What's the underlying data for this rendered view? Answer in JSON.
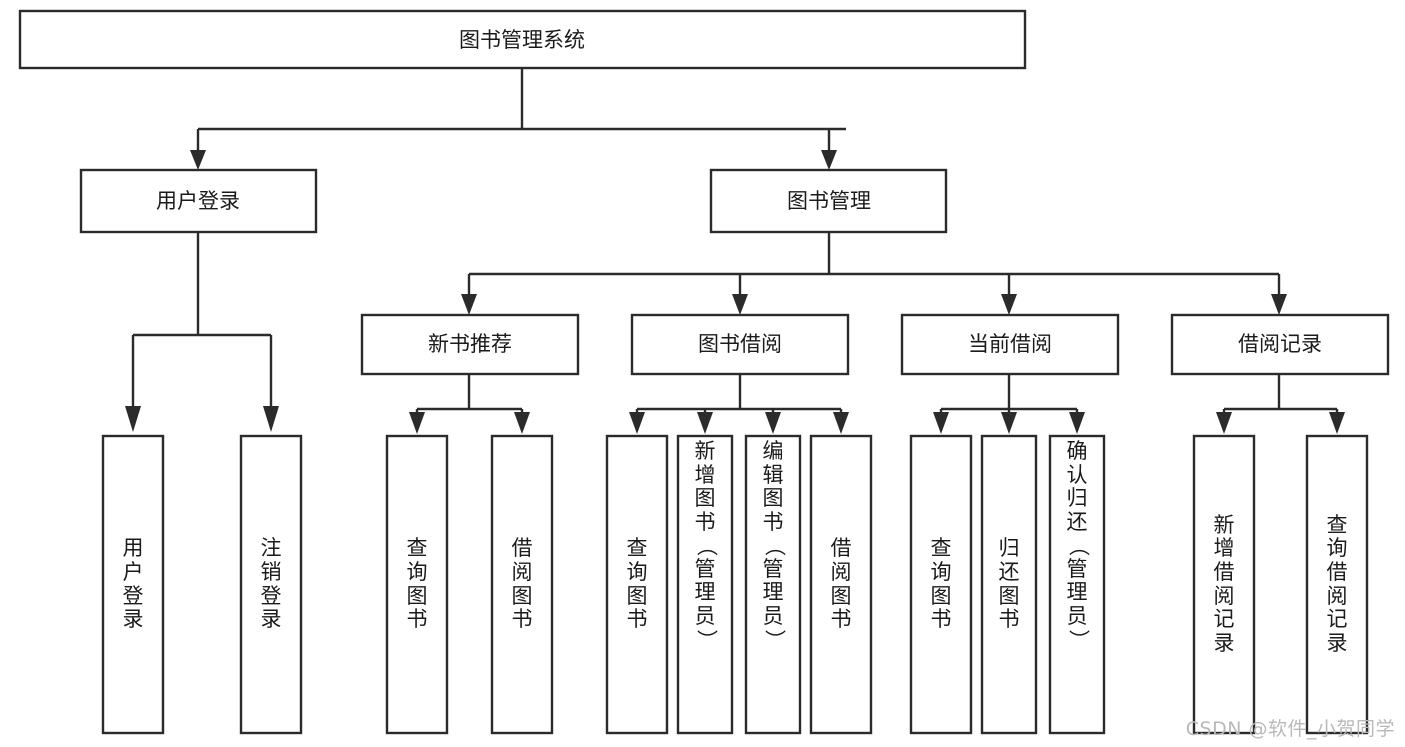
{
  "diagram": {
    "type": "tree",
    "title": "图书管理系统",
    "watermark": "CSDN @软件_小贺同学",
    "colors": {
      "box_stroke": "#2b2b2b",
      "box_fill": "#ffffff",
      "text": "#1b1b1b",
      "connector": "#2b2b2b",
      "watermark": "#b9b9b9",
      "background": "#ffffff"
    },
    "root": {
      "label": "图书管理系统"
    },
    "level2": [
      {
        "label": "用户登录"
      },
      {
        "label": "图书管理"
      }
    ],
    "level3": [
      {
        "label": "新书推荐"
      },
      {
        "label": "图书借阅"
      },
      {
        "label": "当前借阅"
      },
      {
        "label": "借阅记录"
      }
    ],
    "leaves": {
      "user_login": [
        {
          "label": "用户登录"
        },
        {
          "label": "注销登录"
        }
      ],
      "new_book": [
        {
          "label": "查询图书"
        },
        {
          "label": "借阅图书"
        }
      ],
      "book_borrow": [
        {
          "label": "查询图书"
        },
        {
          "label": "新增图书（管理员）"
        },
        {
          "label": "编辑图书（管理员）"
        },
        {
          "label": "借阅图书"
        }
      ],
      "current_borrow": [
        {
          "label": "查询图书"
        },
        {
          "label": "归还图书"
        },
        {
          "label": "确认归还（管理员）"
        }
      ],
      "borrow_record": [
        {
          "label": "新增借阅记录"
        },
        {
          "label": "查询借阅记录"
        }
      ]
    },
    "edges": [
      {
        "from": "图书管理系统",
        "to": "用户登录"
      },
      {
        "from": "图书管理系统",
        "to": "图书管理"
      },
      {
        "from": "图书管理",
        "to": "新书推荐"
      },
      {
        "from": "图书管理",
        "to": "图书借阅"
      },
      {
        "from": "图书管理",
        "to": "当前借阅"
      },
      {
        "from": "图书管理",
        "to": "借阅记录"
      },
      {
        "from": "用户登录",
        "to": "用户登录"
      },
      {
        "from": "用户登录",
        "to": "注销登录"
      },
      {
        "from": "新书推荐",
        "to": "查询图书"
      },
      {
        "from": "新书推荐",
        "to": "借阅图书"
      },
      {
        "from": "图书借阅",
        "to": "查询图书"
      },
      {
        "from": "图书借阅",
        "to": "新增图书（管理员）"
      },
      {
        "from": "图书借阅",
        "to": "编辑图书（管理员）"
      },
      {
        "from": "图书借阅",
        "to": "借阅图书"
      },
      {
        "from": "当前借阅",
        "to": "查询图书"
      },
      {
        "from": "当前借阅",
        "to": "归还图书"
      },
      {
        "from": "当前借阅",
        "to": "确认归还（管理员）"
      },
      {
        "from": "借阅记录",
        "to": "新增借阅记录"
      },
      {
        "from": "借阅记录",
        "to": "查询借阅记录"
      }
    ]
  }
}
